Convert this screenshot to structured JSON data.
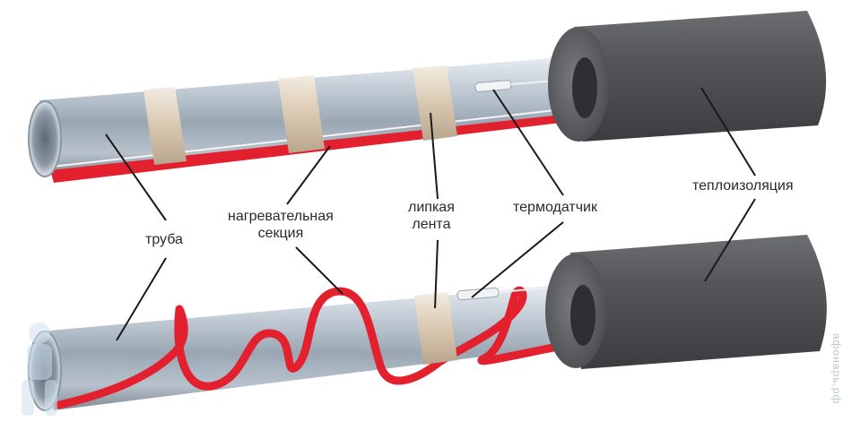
{
  "labels": {
    "pipe": "труба",
    "heating_section_line1": "нагревательная",
    "heating_section_line2": "секция",
    "adhesive_tape_line1": "липкая",
    "adhesive_tape_line2": "лента",
    "thermo_sensor": "термодатчик",
    "thermal_insulation": "теплоизоляция"
  },
  "watermark": "aфонарь.рф",
  "colors": {
    "heating_cable": "#e3202d",
    "pipe_steel": "#b9c4cf",
    "insulation": "#4a4b4e",
    "tape": "#e6d9c4",
    "leader_line": "#1a1a1a"
  }
}
